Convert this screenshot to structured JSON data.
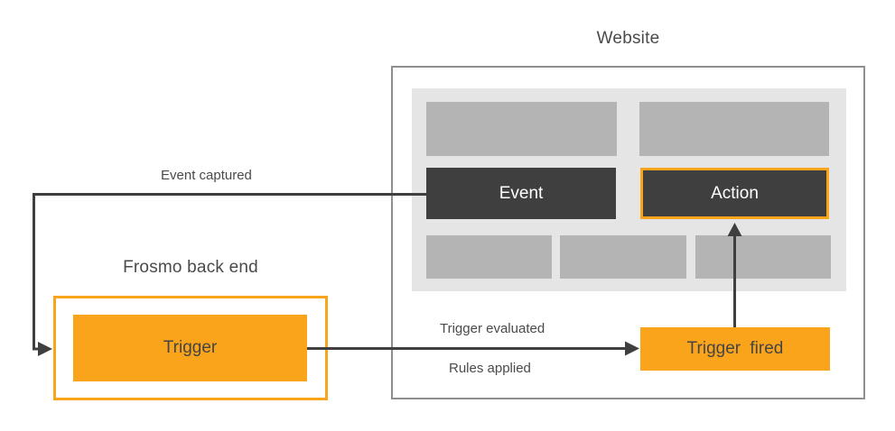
{
  "website": {
    "title": "Website",
    "event_label": "Event",
    "action_label": "Action"
  },
  "backend": {
    "title": "Frosmo back end",
    "trigger_label": "Trigger"
  },
  "trigger_fired_label": "Trigger fired",
  "edge_labels": {
    "event_captured": "Event captured",
    "trigger_evaluated": "Trigger evaluated",
    "rules_applied": "Rules applied"
  },
  "colors": {
    "accent_orange": "#faa41b",
    "dark_box": "#3f3f3f",
    "panel_gray": "#e5e5e5",
    "placeholder_gray": "#b4b4b4",
    "website_border_gray": "#8f8f8f",
    "connector_dark": "#3f3f3f",
    "label_text": "#4a4a4a"
  }
}
